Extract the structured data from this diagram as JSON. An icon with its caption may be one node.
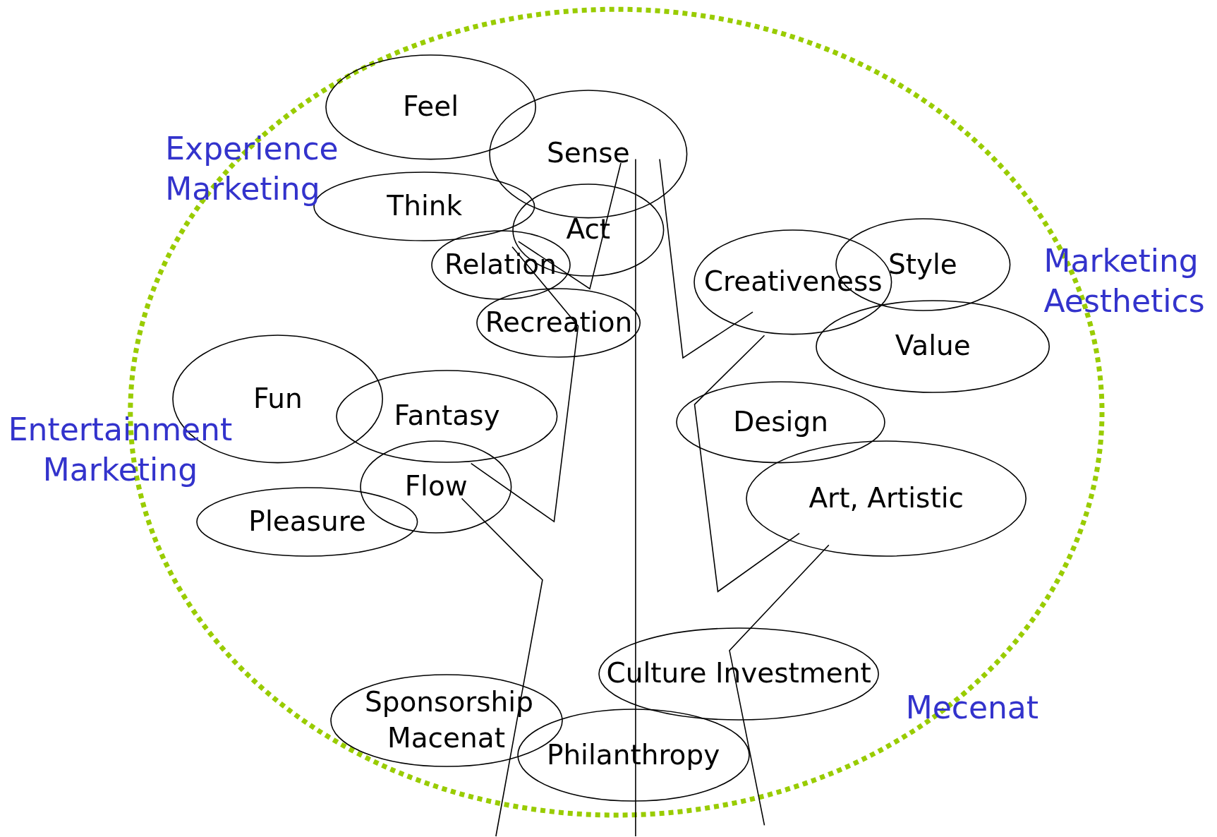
{
  "diagram": {
    "nodes": [
      {
        "text": [
          "Feel"
        ]
      },
      {
        "text": [
          "Sense"
        ]
      },
      {
        "text": [
          "Think"
        ]
      },
      {
        "text": [
          "Act"
        ]
      },
      {
        "text": [
          "Relation"
        ]
      },
      {
        "text": [
          "Recreation"
        ]
      },
      {
        "text": [
          "Creativeness"
        ]
      },
      {
        "text": [
          "Style"
        ]
      },
      {
        "text": [
          "Value"
        ]
      },
      {
        "text": [
          "Fun"
        ]
      },
      {
        "text": [
          "Fantasy"
        ]
      },
      {
        "text": [
          "Design"
        ]
      },
      {
        "text": [
          "Flow"
        ]
      },
      {
        "text": [
          "Pleasure"
        ]
      },
      {
        "text": [
          "Art, Artistic"
        ]
      },
      {
        "text": [
          "Culture Investment"
        ]
      },
      {
        "text": [
          "Sponsorship Macenat"
        ]
      },
      {
        "text": [
          "Philanthropy"
        ]
      }
    ],
    "edges": [],
    "labels": [
      "Experience Marketing",
      "Marketing Aesthetics",
      "Entertainment Marketing",
      "Mecenat"
    ]
  }
}
